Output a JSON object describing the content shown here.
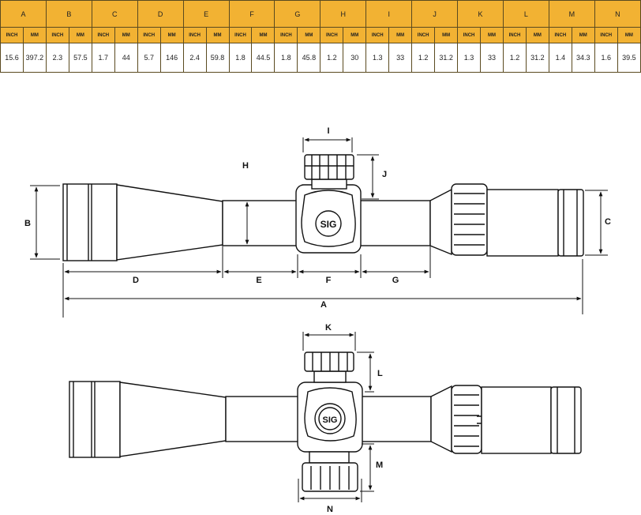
{
  "table": {
    "columns": [
      {
        "letter": "A",
        "inch": "15.6",
        "mm": "397.2"
      },
      {
        "letter": "B",
        "inch": "2.3",
        "mm": "57.5"
      },
      {
        "letter": "C",
        "inch": "1.7",
        "mm": "44"
      },
      {
        "letter": "D",
        "inch": "5.7",
        "mm": "146"
      },
      {
        "letter": "E",
        "inch": "2.4",
        "mm": "59.8"
      },
      {
        "letter": "F",
        "inch": "1.8",
        "mm": "44.5"
      },
      {
        "letter": "G",
        "inch": "1.8",
        "mm": "45.8"
      },
      {
        "letter": "H",
        "inch": "1.2",
        "mm": "30"
      },
      {
        "letter": "I",
        "inch": "1.3",
        "mm": "33"
      },
      {
        "letter": "J",
        "inch": "1.2",
        "mm": "31.2"
      },
      {
        "letter": "K",
        "inch": "1.3",
        "mm": "33"
      },
      {
        "letter": "L",
        "inch": "1.2",
        "mm": "31.2"
      },
      {
        "letter": "M",
        "inch": "1.4",
        "mm": "34.3"
      },
      {
        "letter": "N",
        "inch": "1.6",
        "mm": "39.5"
      }
    ],
    "unit_inch": "INCH",
    "unit_mm": "MM"
  },
  "top_view": {
    "labels": {
      "A": "A",
      "B": "B",
      "C": "C",
      "D": "D",
      "E": "E",
      "F": "F",
      "G": "G",
      "H": "H",
      "I": "I",
      "J": "J"
    },
    "logo_text": "SIG"
  },
  "bottom_view": {
    "labels": {
      "K": "K",
      "L": "L",
      "M": "M",
      "N": "N"
    },
    "logo_text": "SIG"
  },
  "colors": {
    "header_bg": "#f2b233",
    "line": "#111111"
  }
}
